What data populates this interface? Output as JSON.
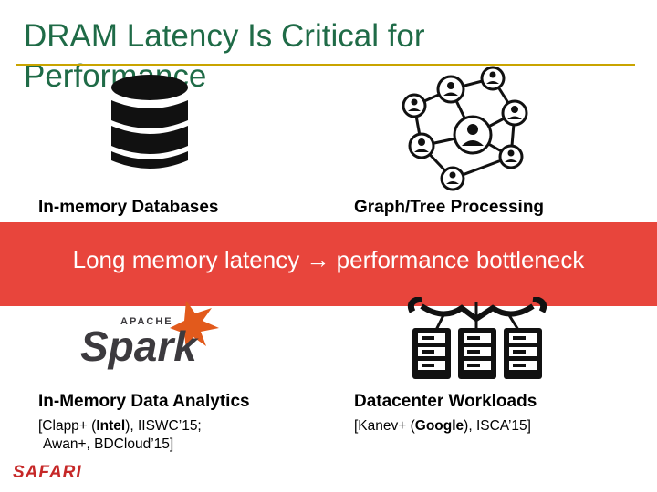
{
  "slide": {
    "title": "DRAM Latency Is Critical for Performance",
    "banner": "Long memory latency → performance bottleneck",
    "footer_logo": "SAFARI"
  },
  "quadrants": {
    "top_left": {
      "label": "In-memory Databases",
      "icon": "database-icon"
    },
    "top_right": {
      "label": "Graph/Tree Processing",
      "icon": "graph-network-icon"
    },
    "bottom_left": {
      "label": "In-Memory Data Analytics",
      "icon": "apache-spark-logo",
      "logo_small_text": "APACHE",
      "logo_text": "Spark",
      "cite_line1_pre": "[Clapp+ (",
      "cite_line1_bold": "Intel",
      "cite_line1_post": "), IISWC’15;",
      "cite_line2": "Awan+, BDCloud’15]"
    },
    "bottom_right": {
      "label": "Datacenter Workloads",
      "icon": "datacenter-cloud-icon",
      "cite_pre": "[Kanev+ (",
      "cite_bold": "Google",
      "cite_post": "), ISCA’15]"
    }
  },
  "colors": {
    "title": "#1f6b47",
    "rule": "#c9a400",
    "banner": "#e8453c",
    "safari": "#c62828",
    "spark_flame": "#e25a1c"
  }
}
